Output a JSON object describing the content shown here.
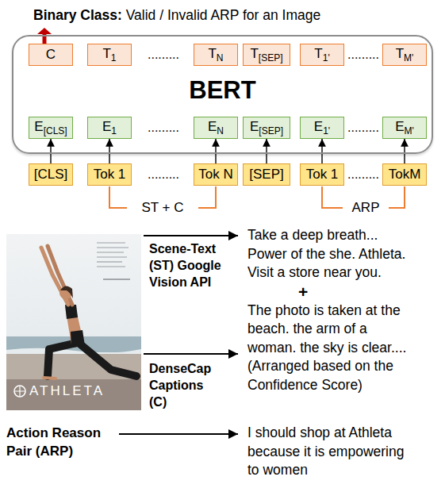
{
  "diagram": {
    "title": "Binary Class: Valid / Invalid ARP for an Image",
    "nodes": [
      {
        "text": [
          "BERT"
        ]
      },
      {
        "text": [
          "C"
        ],
        "in": 0
      },
      {
        "text": [
          "T1"
        ],
        "in": 0
      },
      {
        "text": [
          "TN"
        ],
        "in": 0
      },
      {
        "text": [
          "T[SEP]"
        ],
        "in": 0
      },
      {
        "text": [
          "T1'"
        ],
        "in": 0
      },
      {
        "text": [
          "TM'"
        ],
        "in": 0
      },
      {
        "text": [
          "E[CLS]"
        ],
        "in": 0
      },
      {
        "text": [
          "E1"
        ],
        "in": 0
      },
      {
        "text": [
          "EN"
        ],
        "in": 0
      },
      {
        "text": [
          "E[SEP]"
        ],
        "in": 0
      },
      {
        "text": [
          "E1'"
        ],
        "in": 0
      },
      {
        "text": [
          "EM'"
        ],
        "in": 0
      },
      {
        "text": [
          "[CLS]"
        ]
      },
      {
        "text": [
          "Tok 1"
        ]
      },
      {
        "text": [
          "Tok N"
        ]
      },
      {
        "text": [
          "[SEP]"
        ]
      },
      {
        "text": [
          "Tok 1"
        ]
      },
      {
        "text": [
          "TokM"
        ]
      }
    ],
    "edges": [
      {
        "from": 13,
        "to": 7,
        "arrow": "to"
      },
      {
        "from": 14,
        "to": 8,
        "arrow": "to"
      },
      {
        "from": 15,
        "to": 9,
        "arrow": "to"
      },
      {
        "from": 16,
        "to": 10,
        "arrow": "to"
      },
      {
        "from": 17,
        "to": 11,
        "arrow": "to"
      },
      {
        "from": 18,
        "to": 12,
        "arrow": "to"
      }
    ],
    "labels": [
      ".........",
      ".........",
      ".........",
      ".........",
      ".........",
      ".........",
      "ST + C",
      "ARP",
      "ATHLETA",
      "Scene-Text (ST) Google Vision API",
      "DenseCap Captions (C)",
      "Action Reason Pair (ARP)",
      "Take a deep breath... Power of the she. Athleta. Visit a store near you.",
      "+",
      "The photo is taken at the beach. the arm of a woman. the sky is clear....",
      "(Arranged based on the Confidence Score)",
      "I should shop at Athleta because it is empowering to women"
    ]
  }
}
